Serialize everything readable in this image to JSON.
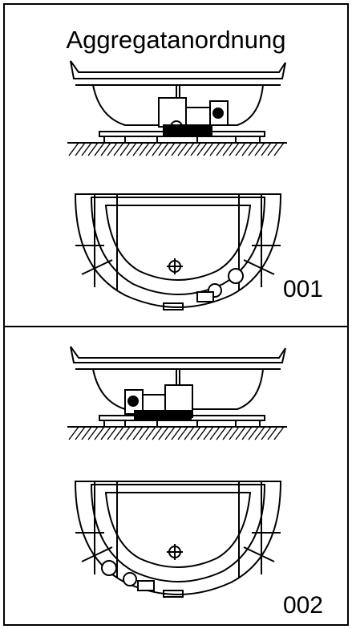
{
  "document": {
    "title": "Aggregatanordnung"
  },
  "variants": [
    {
      "label": "001"
    },
    {
      "label": "002"
    }
  ],
  "icons": {
    "side_view": "bathtub-side-elevation-icon",
    "top_view": "bathtub-plan-view-icon",
    "pump": "pump-unit-icon",
    "drain": "drain-icon"
  }
}
